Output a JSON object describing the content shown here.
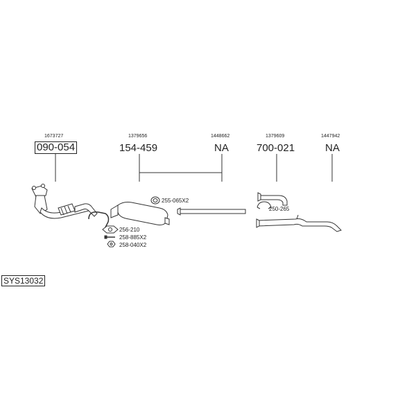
{
  "oem_numbers": [
    "1673727",
    "1379656",
    "1448662",
    "1379609",
    "1447942"
  ],
  "part_numbers": [
    "090-054",
    "154-459",
    "NA",
    "700-021",
    "NA"
  ],
  "accessories": {
    "clamp_1": "255-065X2",
    "clamp_2": "250-265",
    "gasket": "256-210",
    "bolt": "258-885X2",
    "nut": "258-040X2"
  },
  "system_code": "SYS13032"
}
